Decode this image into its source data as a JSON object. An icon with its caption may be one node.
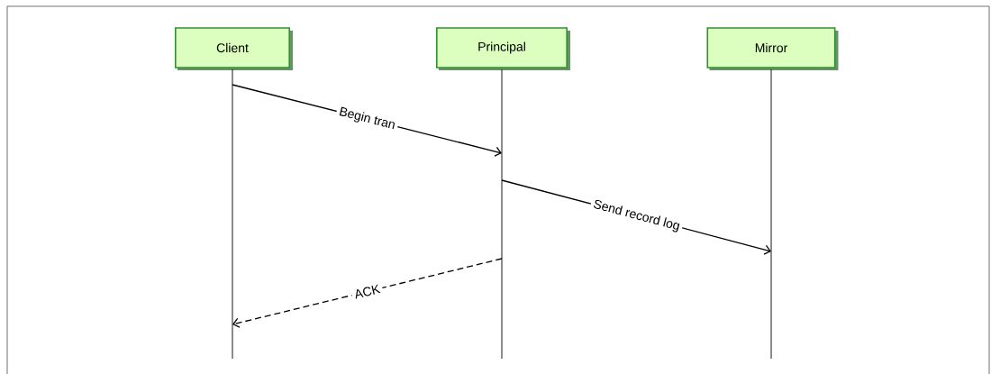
{
  "diagram": {
    "nodes": [
      {
        "text": [
          "Client"
        ]
      },
      {
        "text": [
          "Principal"
        ]
      },
      {
        "text": [
          "Mirror"
        ]
      },
      {
        "text": [],
        "shape": "bar"
      },
      {
        "text": [],
        "shape": "bar"
      },
      {
        "text": [],
        "shape": "bar"
      }
    ],
    "edges": [
      {
        "from": 3,
        "to": 4,
        "arrow": "to",
        "label": "Begin tran"
      },
      {
        "from": 4,
        "to": 5,
        "arrow": "to",
        "label": "Send record log"
      },
      {
        "from": 4,
        "to": 3,
        "arrow": "to",
        "label": "ACK",
        "style": "dashed"
      }
    ]
  }
}
